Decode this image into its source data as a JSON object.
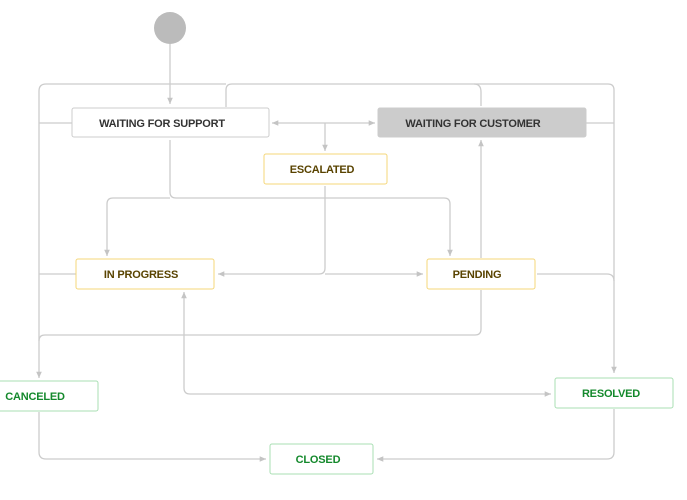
{
  "workflow": {
    "states": [
      {
        "id": "waiting_for_support",
        "label": "WAITING FOR SUPPORT",
        "status": "open",
        "current": false
      },
      {
        "id": "waiting_for_customer",
        "label": "WAITING FOR CUSTOMER",
        "status": "open",
        "current": true
      },
      {
        "id": "escalated",
        "label": "ESCALATED",
        "status": "in_progress",
        "current": false
      },
      {
        "id": "in_progress",
        "label": "IN PROGRESS",
        "status": "in_progress",
        "current": false
      },
      {
        "id": "pending",
        "label": "PENDING",
        "status": "in_progress",
        "current": false
      },
      {
        "id": "canceled",
        "label": "CANCELED",
        "status": "done",
        "current": false
      },
      {
        "id": "resolved",
        "label": "RESOLVED",
        "status": "done",
        "current": false
      },
      {
        "id": "closed",
        "label": "CLOSED",
        "status": "done",
        "current": false
      }
    ],
    "transitions": [
      {
        "from": "start",
        "to": "waiting_for_support"
      },
      {
        "from": "waiting_for_support",
        "to": "waiting_for_customer",
        "bidirectional": true
      },
      {
        "from": "waiting_for_support",
        "to": "escalated"
      },
      {
        "from": "waiting_for_support",
        "to": "in_progress"
      },
      {
        "from": "waiting_for_support",
        "to": "pending"
      },
      {
        "from": "escalated",
        "to": "in_progress"
      },
      {
        "from": "escalated",
        "to": "pending"
      },
      {
        "from": "in_progress",
        "to": "pending",
        "bidirectional": true
      },
      {
        "from": "pending",
        "to": "waiting_for_customer"
      },
      {
        "from": "pending",
        "to": "resolved"
      },
      {
        "from": "pending",
        "to": "canceled"
      },
      {
        "from": "in_progress",
        "to": "resolved",
        "bidirectional": true
      },
      {
        "from": "waiting_for_support",
        "to": "canceled"
      },
      {
        "from": "waiting_for_customer",
        "to": "resolved"
      },
      {
        "from": "canceled",
        "to": "closed"
      },
      {
        "from": "resolved",
        "to": "closed"
      }
    ],
    "colors": {
      "open_border": "#cccccc",
      "open_text": "#333333",
      "current_fill": "#cccccc",
      "in_progress_border": "#f5d77a",
      "in_progress_text": "#594300",
      "done_border": "#a9dfb3",
      "done_text": "#14892c",
      "line": "#cccccc",
      "start_fill": "#bbbbbb"
    }
  }
}
